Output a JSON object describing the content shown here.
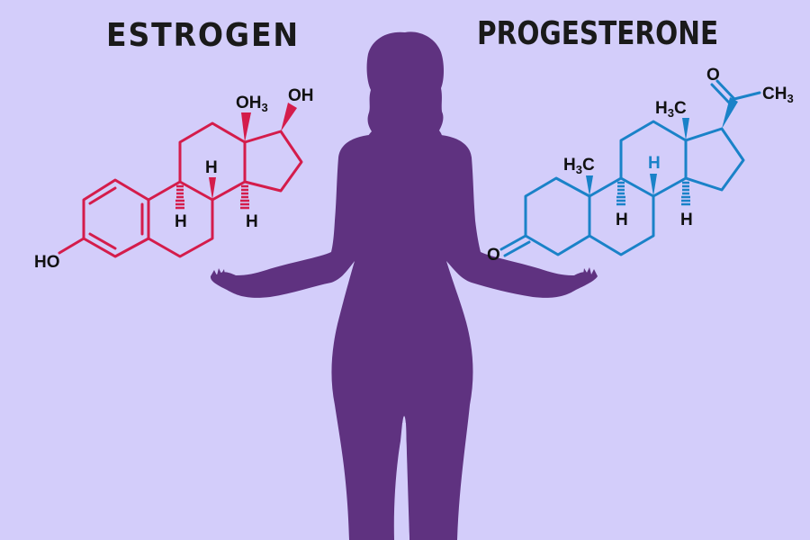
{
  "titles": {
    "left": "ESTROGEN",
    "right": "PROGESTERONE"
  },
  "colors": {
    "background": "#d3cdfa",
    "silhouette": "#5f3280",
    "estrogen": "#d41c4b",
    "progesterone": "#1a82c8",
    "text": "#111111"
  },
  "estrogen": {
    "labels": {
      "hydroxyl_ring_a": "HO",
      "c13_group": "OH",
      "c13_group_sub": "3",
      "c17_group": "OH",
      "h_c8": "H",
      "h_c9": "H",
      "h_c14": "H"
    }
  },
  "progesterone": {
    "labels": {
      "ketone_o": "O",
      "c10_methyl_h": "H",
      "c10_methyl_sub": "3",
      "c10_methyl_c": "C",
      "c13_methyl_h": "H",
      "c13_methyl_sub": "3",
      "c13_methyl_c": "C",
      "acetyl_o": "O",
      "acetyl_ch": "CH",
      "acetyl_sub": "3",
      "h_c8": "H",
      "h_c9": "H",
      "h_c14": "H"
    }
  },
  "figure": {
    "description": "Woman silhouette with open palms"
  }
}
